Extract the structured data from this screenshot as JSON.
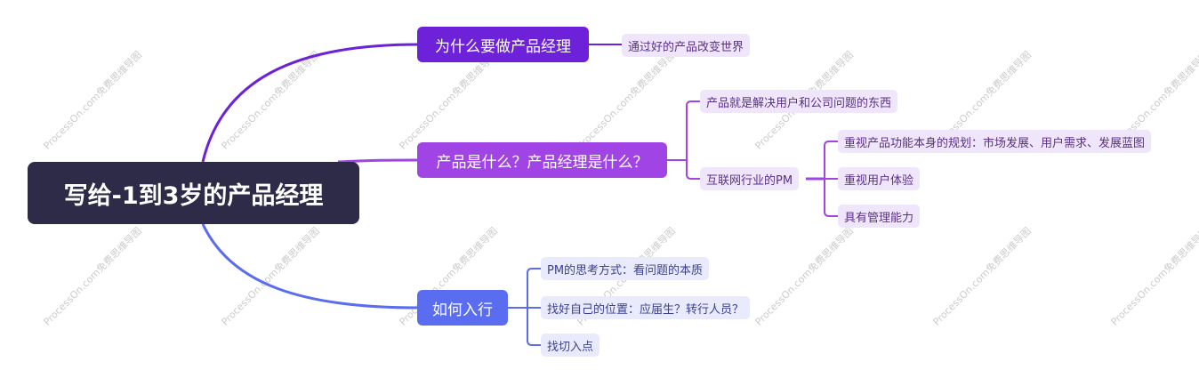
{
  "colors": {
    "root_bg": "#2e2b48",
    "branch1": "#6d21d9",
    "branch2": "#a044e6",
    "branch3": "#5a6cf0",
    "sub_purple_bg": "#f0e6fb",
    "sub_blue_bg": "#e9ebfd"
  },
  "watermark": "ProcessOn.com免费思维导图",
  "root": {
    "label": "写给-1到3岁的产品经理"
  },
  "branches": [
    {
      "label": "为什么要做产品经理",
      "children": [
        {
          "label": "通过好的产品改变世界"
        }
      ]
    },
    {
      "label": "产品是什么？产品经理是什么？",
      "children": [
        {
          "label": "产品就是解决用户和公司问题的东西"
        },
        {
          "label": "互联网行业的PM",
          "children": [
            {
              "label": "重视产品功能本身的规划：市场发展、用户需求、发展蓝图"
            },
            {
              "label": "重视用户体验"
            },
            {
              "label": "具有管理能力"
            }
          ]
        }
      ]
    },
    {
      "label": "如何入行",
      "children": [
        {
          "label": "PM的思考方式：看问题的本质"
        },
        {
          "label": "找好自己的位置：应届生？转行人员？"
        },
        {
          "label": "找切入点"
        }
      ]
    }
  ]
}
